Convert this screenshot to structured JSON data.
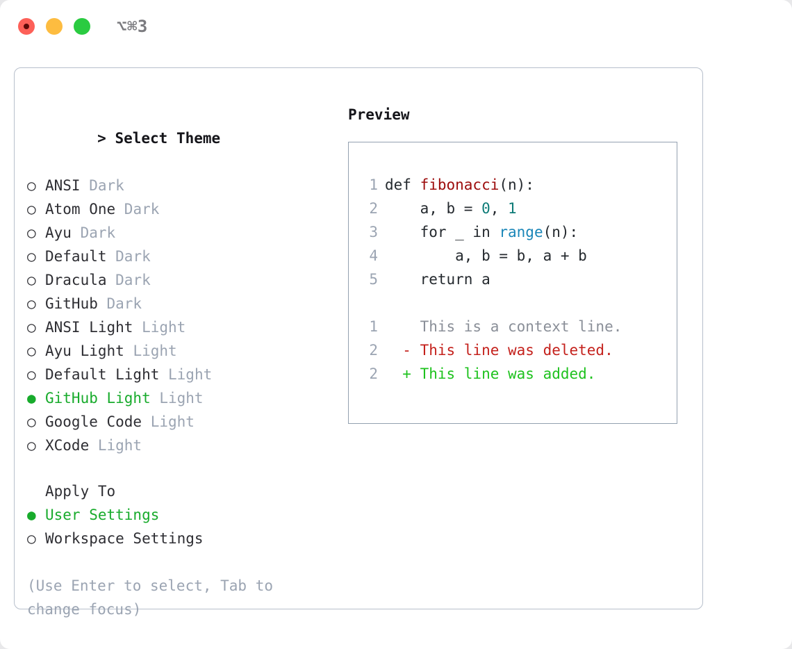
{
  "window": {
    "shortcut": "⌥⌘3",
    "traffic_lights": [
      "close-red",
      "minimize-yellow",
      "maximize-green"
    ],
    "colors": {
      "accent_green": "#18ab2c",
      "muted_gray": "#9ba4b2",
      "panel_border": "#b7bfcb",
      "preview_border": "#93a1b0",
      "code_function": "#9c0c0c",
      "code_number": "#0d7b77",
      "code_builtin": "#1a86b8",
      "diff_deleted": "#c4211c",
      "diff_added": "#1ec21e"
    }
  },
  "theme_picker": {
    "header_prefix": "> ",
    "header": "Select Theme",
    "bullet_selected": "●",
    "bullet_unselected": "○",
    "items": [
      {
        "name": "ANSI",
        "tag": "Dark",
        "selected": false
      },
      {
        "name": "Atom One",
        "tag": "Dark",
        "selected": false
      },
      {
        "name": "Ayu",
        "tag": "Dark",
        "selected": false
      },
      {
        "name": "Default",
        "tag": "Dark",
        "selected": false
      },
      {
        "name": "Dracula",
        "tag": "Dark",
        "selected": false
      },
      {
        "name": "GitHub",
        "tag": "Dark",
        "selected": false
      },
      {
        "name": "ANSI Light",
        "tag": "Light",
        "selected": false
      },
      {
        "name": "Ayu Light",
        "tag": "Light",
        "selected": false
      },
      {
        "name": "Default Light",
        "tag": "Light",
        "selected": false
      },
      {
        "name": "GitHub Light",
        "tag": "Light",
        "selected": true
      },
      {
        "name": "Google Code",
        "tag": "Light",
        "selected": false
      },
      {
        "name": "XCode",
        "tag": "Light",
        "selected": false
      }
    ]
  },
  "apply_to": {
    "header": "Apply To",
    "items": [
      {
        "name": "User Settings",
        "selected": true
      },
      {
        "name": "Workspace Settings",
        "selected": false
      }
    ]
  },
  "hint": "(Use Enter to select, Tab to change focus)",
  "preview": {
    "title": "Preview",
    "code_lines": [
      {
        "no": "1",
        "segments": [
          {
            "t": "def ",
            "c": "plain"
          },
          {
            "t": "fibonacci",
            "c": "fn"
          },
          {
            "t": "(n):",
            "c": "plain"
          }
        ]
      },
      {
        "no": "2",
        "segments": [
          {
            "t": "    a, b = ",
            "c": "plain"
          },
          {
            "t": "0",
            "c": "num"
          },
          {
            "t": ", ",
            "c": "plain"
          },
          {
            "t": "1",
            "c": "num"
          }
        ]
      },
      {
        "no": "3",
        "segments": [
          {
            "t": "    for _ in ",
            "c": "plain"
          },
          {
            "t": "range",
            "c": "bi"
          },
          {
            "t": "(n):",
            "c": "plain"
          }
        ]
      },
      {
        "no": "4",
        "segments": [
          {
            "t": "        a, b = b, a + b",
            "c": "plain"
          }
        ]
      },
      {
        "no": "5",
        "segments": [
          {
            "t": "    return a",
            "c": "plain"
          }
        ]
      }
    ],
    "diff_lines": [
      {
        "no": "1",
        "marker": "  ",
        "text": "This is a context line.",
        "kind": "ctx"
      },
      {
        "no": "2",
        "marker": "- ",
        "text": "This line was deleted.",
        "kind": "del"
      },
      {
        "no": "2",
        "marker": "+ ",
        "text": "This line was added.",
        "kind": "add"
      }
    ]
  }
}
